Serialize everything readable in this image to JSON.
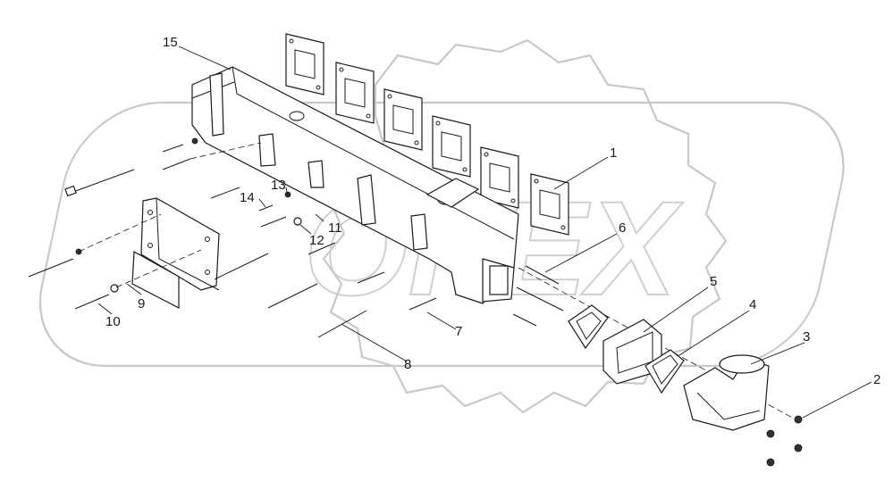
{
  "diagram": {
    "watermark": "OPEX",
    "callouts": [
      {
        "id": "c1",
        "text": "1"
      },
      {
        "id": "c2",
        "text": "2"
      },
      {
        "id": "c3",
        "text": "3"
      },
      {
        "id": "c4",
        "text": "4"
      },
      {
        "id": "c5",
        "text": "5"
      },
      {
        "id": "c6",
        "text": "6"
      },
      {
        "id": "c7",
        "text": "7"
      },
      {
        "id": "c8",
        "text": "8"
      },
      {
        "id": "c9",
        "text": "9"
      },
      {
        "id": "c10",
        "text": "10"
      },
      {
        "id": "c11",
        "text": "11"
      },
      {
        "id": "c12",
        "text": "12"
      },
      {
        "id": "c13",
        "text": "13"
      },
      {
        "id": "c14",
        "text": "14"
      },
      {
        "id": "c15",
        "text": "15"
      }
    ]
  }
}
